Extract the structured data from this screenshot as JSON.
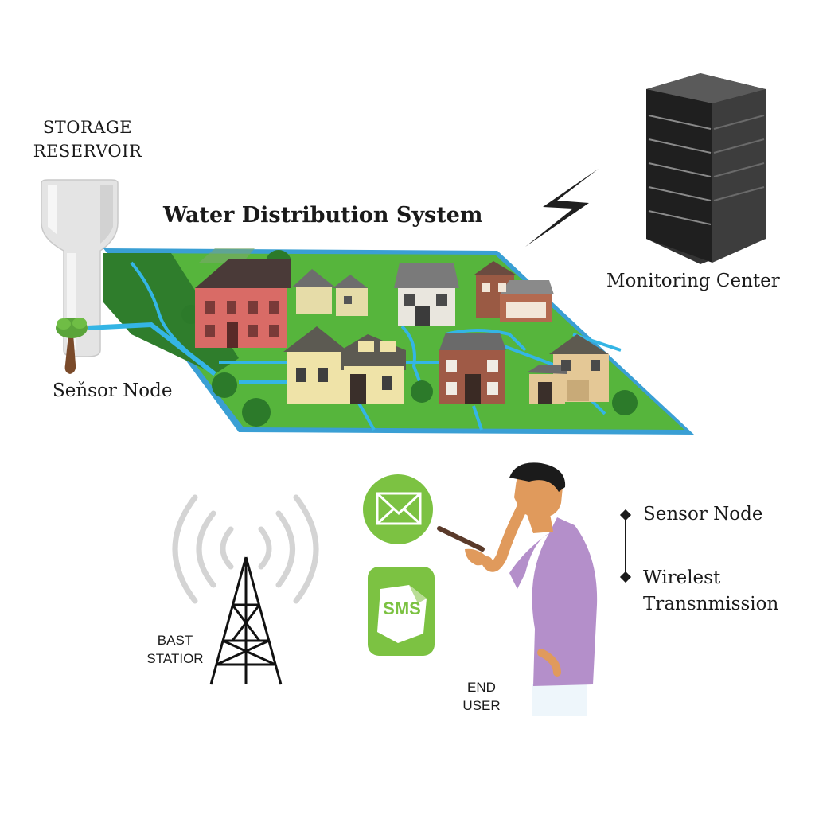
{
  "diagram": {
    "title": "Water Distribution System",
    "storage_label_line1": "STORAGE",
    "storage_label_line2": "RESERVOIR",
    "sensor_node_label": "Seňsor Node",
    "monitoring_center_label": "Monitoring Center",
    "tower_label_line1": "BAST",
    "tower_label_line2": "STATIOR",
    "end_user_label_line1": "END",
    "end_user_label_line2": "USER",
    "sms_text": "SMS"
  },
  "legend": {
    "items": [
      {
        "label": "Sensor Node"
      },
      {
        "label_line1": "Wirelest",
        "label_line2": "Transnmission"
      }
    ]
  },
  "colors": {
    "grass": "#55b43c",
    "water": "#2aa6dc",
    "message_green": "#7cc242",
    "shirt": "#b48fca",
    "skin": "#e09a5c",
    "server": "#2b2b2b"
  },
  "icons": [
    "storage-tank-icon",
    "tree-icon",
    "lightning-icon",
    "server-icon",
    "radio-tower-icon",
    "envelope-icon",
    "sms-icon",
    "person-icon"
  ]
}
